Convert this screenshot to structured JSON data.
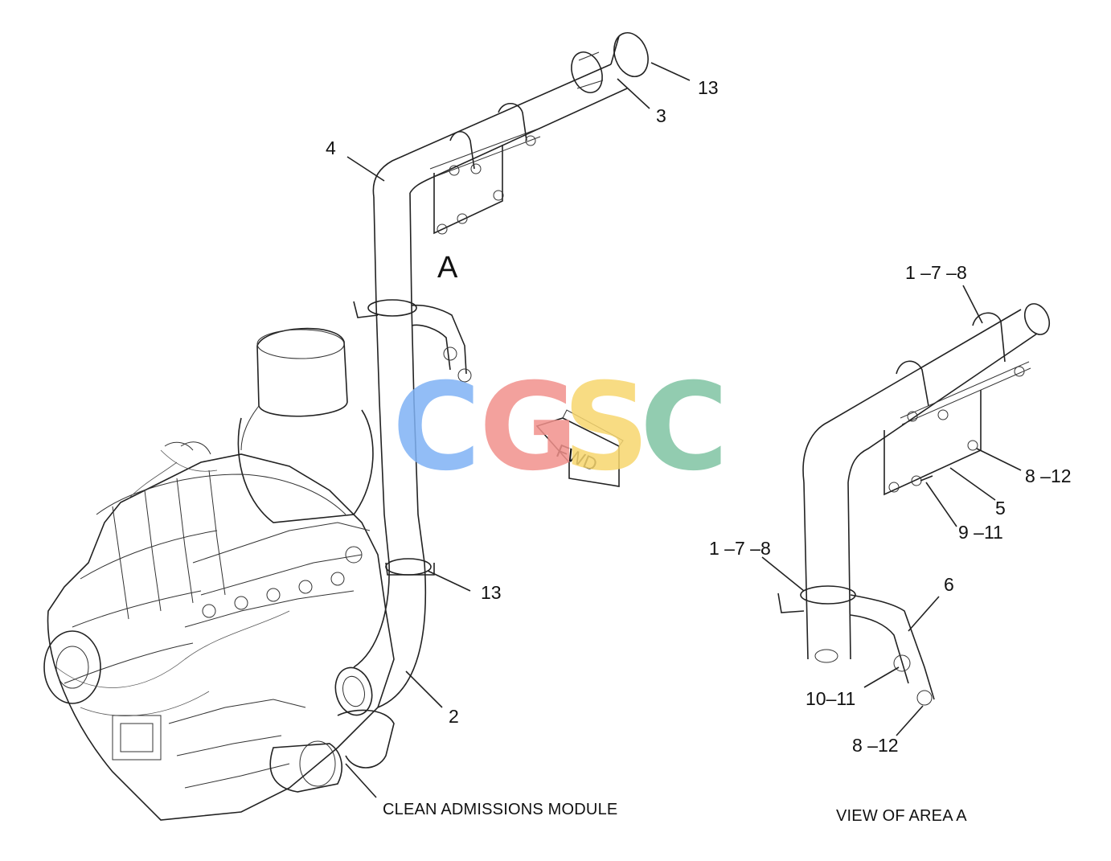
{
  "callouts_main": {
    "c13_top": "13",
    "c3": "3",
    "c4": "4",
    "cA": "A",
    "c13_mid": "13",
    "c2": "2"
  },
  "callouts_view": {
    "c178_top": "1 –7 –8",
    "c812_right": "8 –12",
    "c5": "5",
    "c911": "9 –11",
    "c178_left": "1 –7 –8",
    "c6": "6",
    "c1011": "10–11",
    "c812_bottom": "8 –12"
  },
  "fwd_tag": "FWD",
  "captions": {
    "main": "CLEAN ADMISSIONS MODULE",
    "view": "VIEW OF AREA A"
  },
  "watermark": {
    "letters": [
      "C",
      "G",
      "S",
      "C"
    ],
    "colors": [
      "#7fb2f5",
      "#f2918c",
      "#f7d66e",
      "#7fc4a3"
    ]
  }
}
